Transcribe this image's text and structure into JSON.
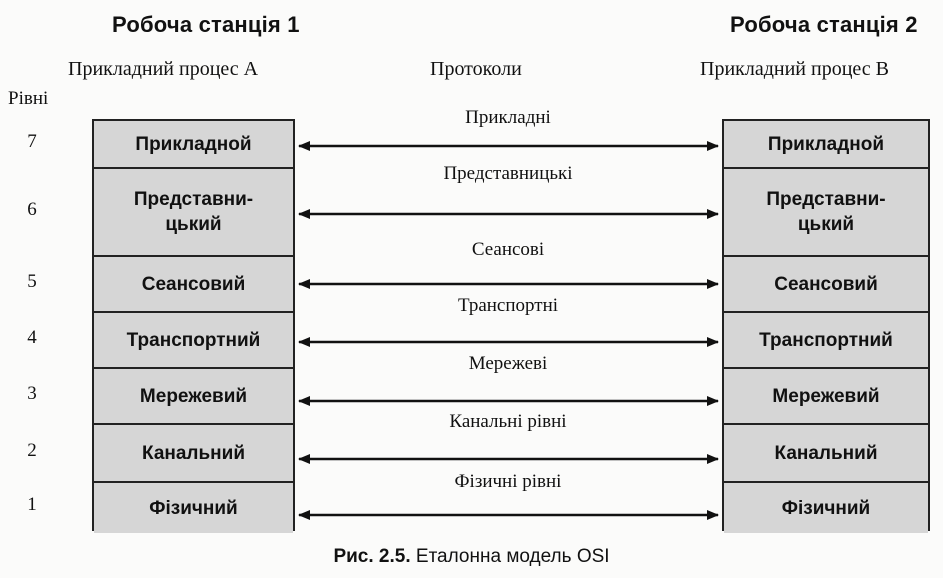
{
  "station_left": {
    "title": "Робоча станція 1",
    "process": "Прикладний процес А"
  },
  "station_right": {
    "title": "Робоча станція 2",
    "process": "Прикладний процес В"
  },
  "protocols_heading": "Протоколи",
  "levels_heading": "Рівні",
  "levels": [
    {
      "number": "7",
      "left_layer": [
        "Прикладной"
      ],
      "right_layer": [
        "Прикладной"
      ],
      "protocol": "Прикладні"
    },
    {
      "number": "6",
      "left_layer": [
        "Представни-",
        "цький"
      ],
      "right_layer": [
        "Представни-",
        "цький"
      ],
      "protocol": "Представницькі"
    },
    {
      "number": "5",
      "left_layer": [
        "Сеансовий"
      ],
      "right_layer": [
        "Сеансовий"
      ],
      "protocol": "Сеансові"
    },
    {
      "number": "4",
      "left_layer": [
        "Транспортний"
      ],
      "right_layer": [
        "Транспортний"
      ],
      "protocol": "Транспортні"
    },
    {
      "number": "3",
      "left_layer": [
        "Мережевий"
      ],
      "right_layer": [
        "Мережевий"
      ],
      "protocol": "Мережеві"
    },
    {
      "number": "2",
      "left_layer": [
        "Канальний"
      ],
      "right_layer": [
        "Канальний"
      ],
      "protocol": "Канальні рівні"
    },
    {
      "number": "1",
      "left_layer": [
        "Фізичний"
      ],
      "right_layer": [
        "Фізичний"
      ],
      "protocol": "Фізичні рівні"
    }
  ],
  "caption": {
    "label": "Рис. 2.5.",
    "text": "Еталонна модель OSI"
  }
}
